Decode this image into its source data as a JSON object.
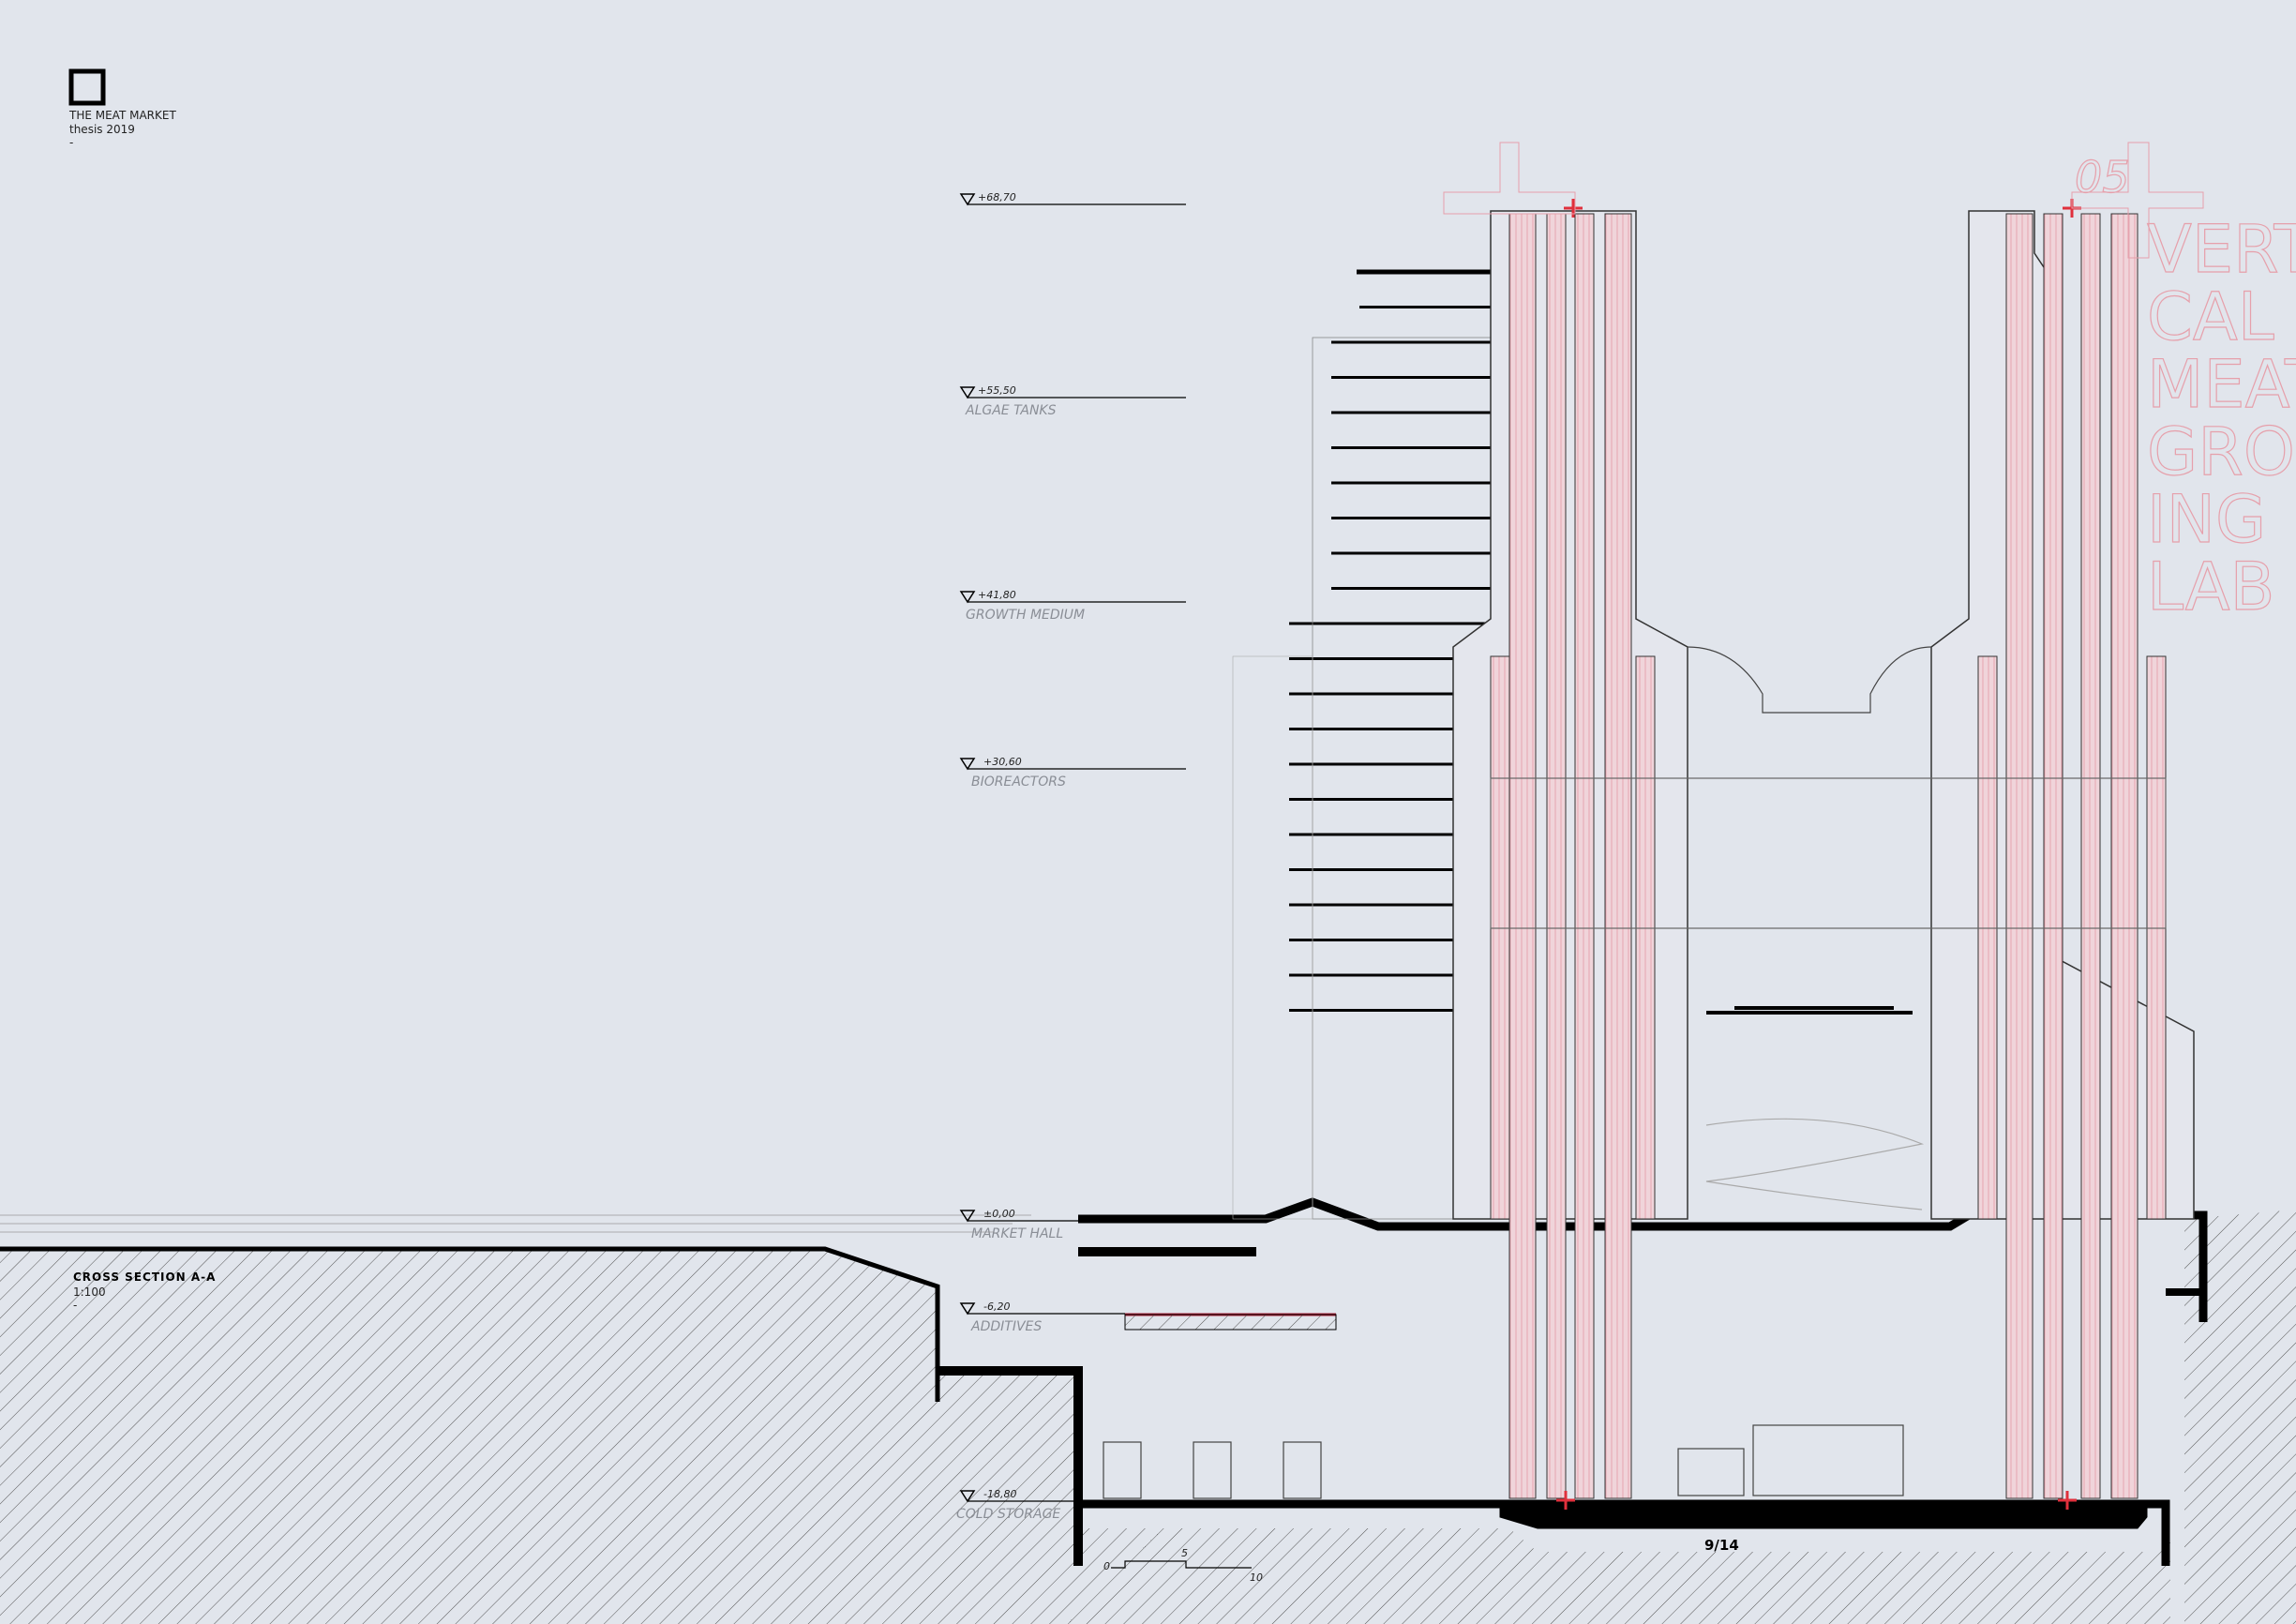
{
  "header": {
    "project_title": "THE MEAT MARKET",
    "subtitle": "thesis 2019",
    "dash": "-"
  },
  "drawing": {
    "title": "CROSS SECTION A-A",
    "scale": "1:100",
    "dash": "-",
    "sheet_number": "9/14",
    "scale_bar_labels": [
      "0",
      "5",
      "10"
    ]
  },
  "levels": [
    {
      "elevation": "+68,70",
      "name": ""
    },
    {
      "elevation": "+55,50",
      "name": "ALGAE TANKS"
    },
    {
      "elevation": "+41,80",
      "name": "GROWTH MEDIUM"
    },
    {
      "elevation": "+30,60",
      "name": "BIOREACTORS"
    },
    {
      "elevation": "±0,00",
      "name": "MARKET HALL"
    },
    {
      "elevation": "-6,20",
      "name": "ADDITIVES"
    },
    {
      "elevation": "-18,80",
      "name": "COLD STORAGE"
    }
  ],
  "chapter": {
    "number": "05",
    "title_lines": [
      "VERTI-",
      "CAL",
      "MEAT",
      "GROW",
      "ING",
      "LAB"
    ]
  },
  "colors": {
    "background": "#e1e5ec",
    "accent_red": "#e0303c",
    "pink_outline": "#e6a0ab",
    "line": "#111111"
  }
}
